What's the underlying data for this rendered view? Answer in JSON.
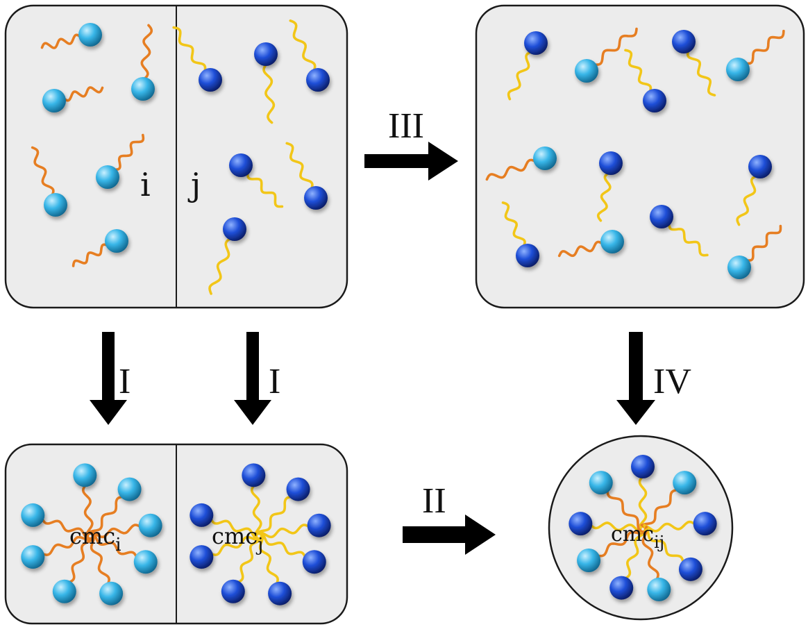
{
  "colors": {
    "background": "#ffffff",
    "box_fill": "#ececec",
    "outline": "#1a1a1a",
    "surfactant_i_head": "#38b6e8",
    "surfactant_i_tail": "#e67e22",
    "surfactant_j_head": "#1f4fd8",
    "surfactant_j_tail": "#f2c618",
    "arrow": "#000000"
  },
  "icons": {
    "head_i": "light-blue-sphere-icon",
    "head_j": "dark-blue-sphere-icon",
    "tail_i": "orange-wavy-tail",
    "tail_j": "yellow-wavy-tail"
  },
  "labels": {
    "species_i": "i",
    "species_j": "j",
    "cmc_i_main": "cmc",
    "cmc_i_sub": "i",
    "cmc_j_main": "cmc",
    "cmc_j_sub": "j",
    "cmc_ij_main": "cmc",
    "cmc_ij_sub": "ij"
  },
  "steps": {
    "step_I_left": "I",
    "step_I_right": "I",
    "step_II": "II",
    "step_III": "III",
    "step_IV": "IV"
  }
}
